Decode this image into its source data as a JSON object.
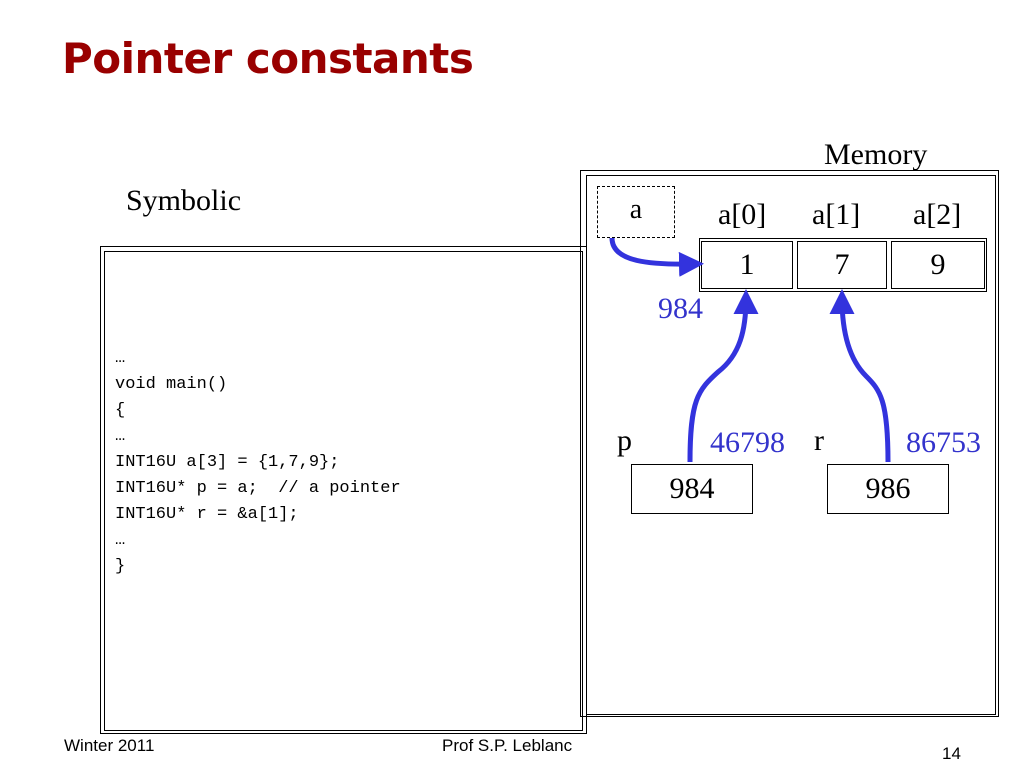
{
  "slide": {
    "title": "Pointer constants",
    "symbolic_label": "Symbolic",
    "memory_label": "Memory"
  },
  "code": {
    "lines": [
      "…",
      "void main()",
      "{",
      "…",
      "INT16U a[3] = {1,7,9};",
      "INT16U* p = a;  // a pointer",
      "INT16U* r = &a[1];",
      "…",
      "}"
    ]
  },
  "memory": {
    "array_name": "a",
    "cell_labels": [
      "a[0]",
      "a[1]",
      "a[2]"
    ],
    "cell_values": [
      "1",
      "7",
      "9"
    ],
    "array_address": "984",
    "pointers": [
      {
        "name": "p",
        "address": "46798",
        "value": "984"
      },
      {
        "name": "r",
        "address": "86753",
        "value": "986"
      }
    ]
  },
  "footer": {
    "left": "Winter 2011",
    "center": "Prof S.P. Leblanc",
    "page": "14"
  },
  "colors": {
    "title": "#990000",
    "arrow": "#3333dd",
    "address_text": "#3333cc"
  }
}
